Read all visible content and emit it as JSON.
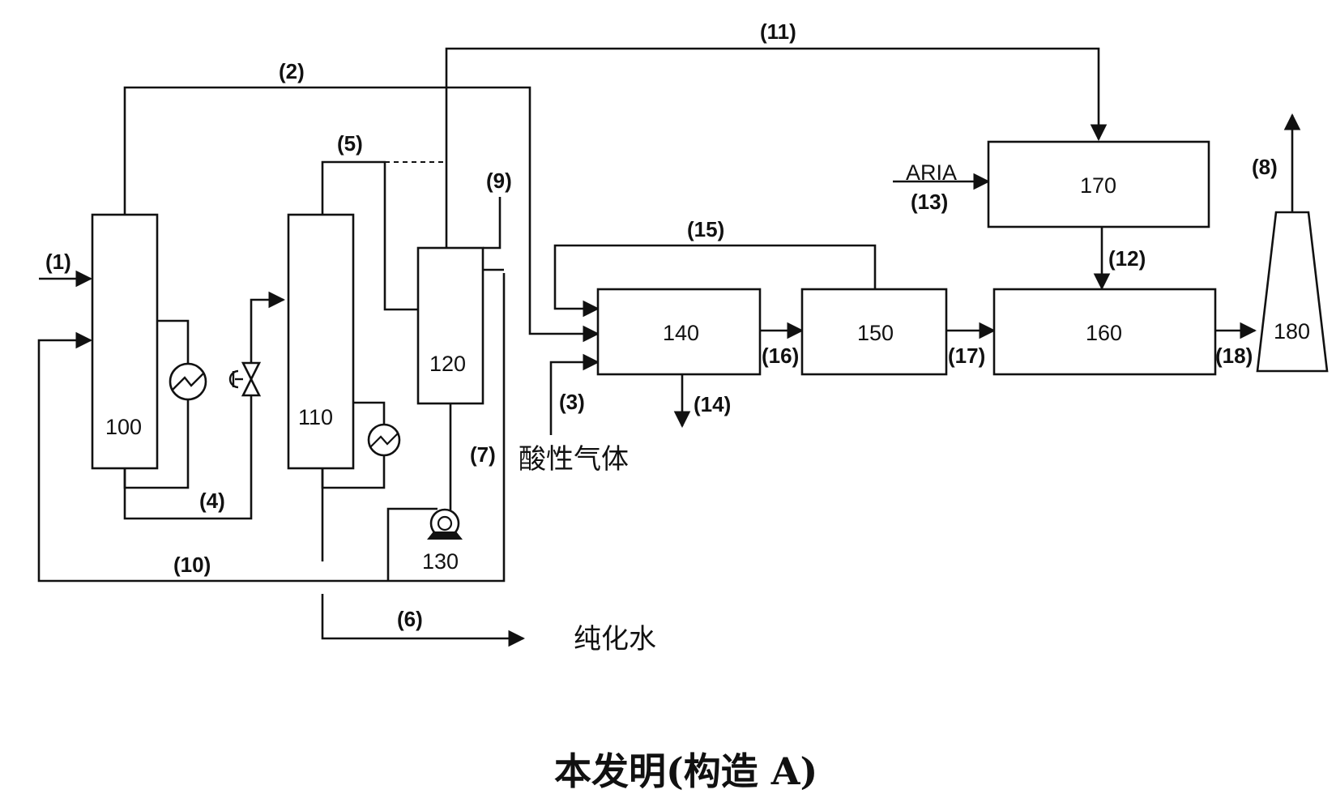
{
  "units": {
    "u100": "100",
    "u110": "110",
    "u120": "120",
    "u130": "130",
    "u140": "140",
    "u150": "150",
    "u160": "160",
    "u170": "170",
    "u180": "180"
  },
  "streams": {
    "s1": "(1)",
    "s2": "(2)",
    "s3": "(3)",
    "s4": "(4)",
    "s5": "(5)",
    "s6": "(6)",
    "s7": "(7)",
    "s8": "(8)",
    "s9": "(9)",
    "s10": "(10)",
    "s11": "(11)",
    "s12": "(12)",
    "s13": "(13)",
    "s14": "(14)",
    "s15": "(15)",
    "s16": "(16)",
    "s17": "(17)",
    "s18": "(18)"
  },
  "labels": {
    "aria": "ARIA",
    "acid_gas": "酸性气体",
    "purified_water": "纯化水"
  },
  "caption": "本发明(构造 A)"
}
